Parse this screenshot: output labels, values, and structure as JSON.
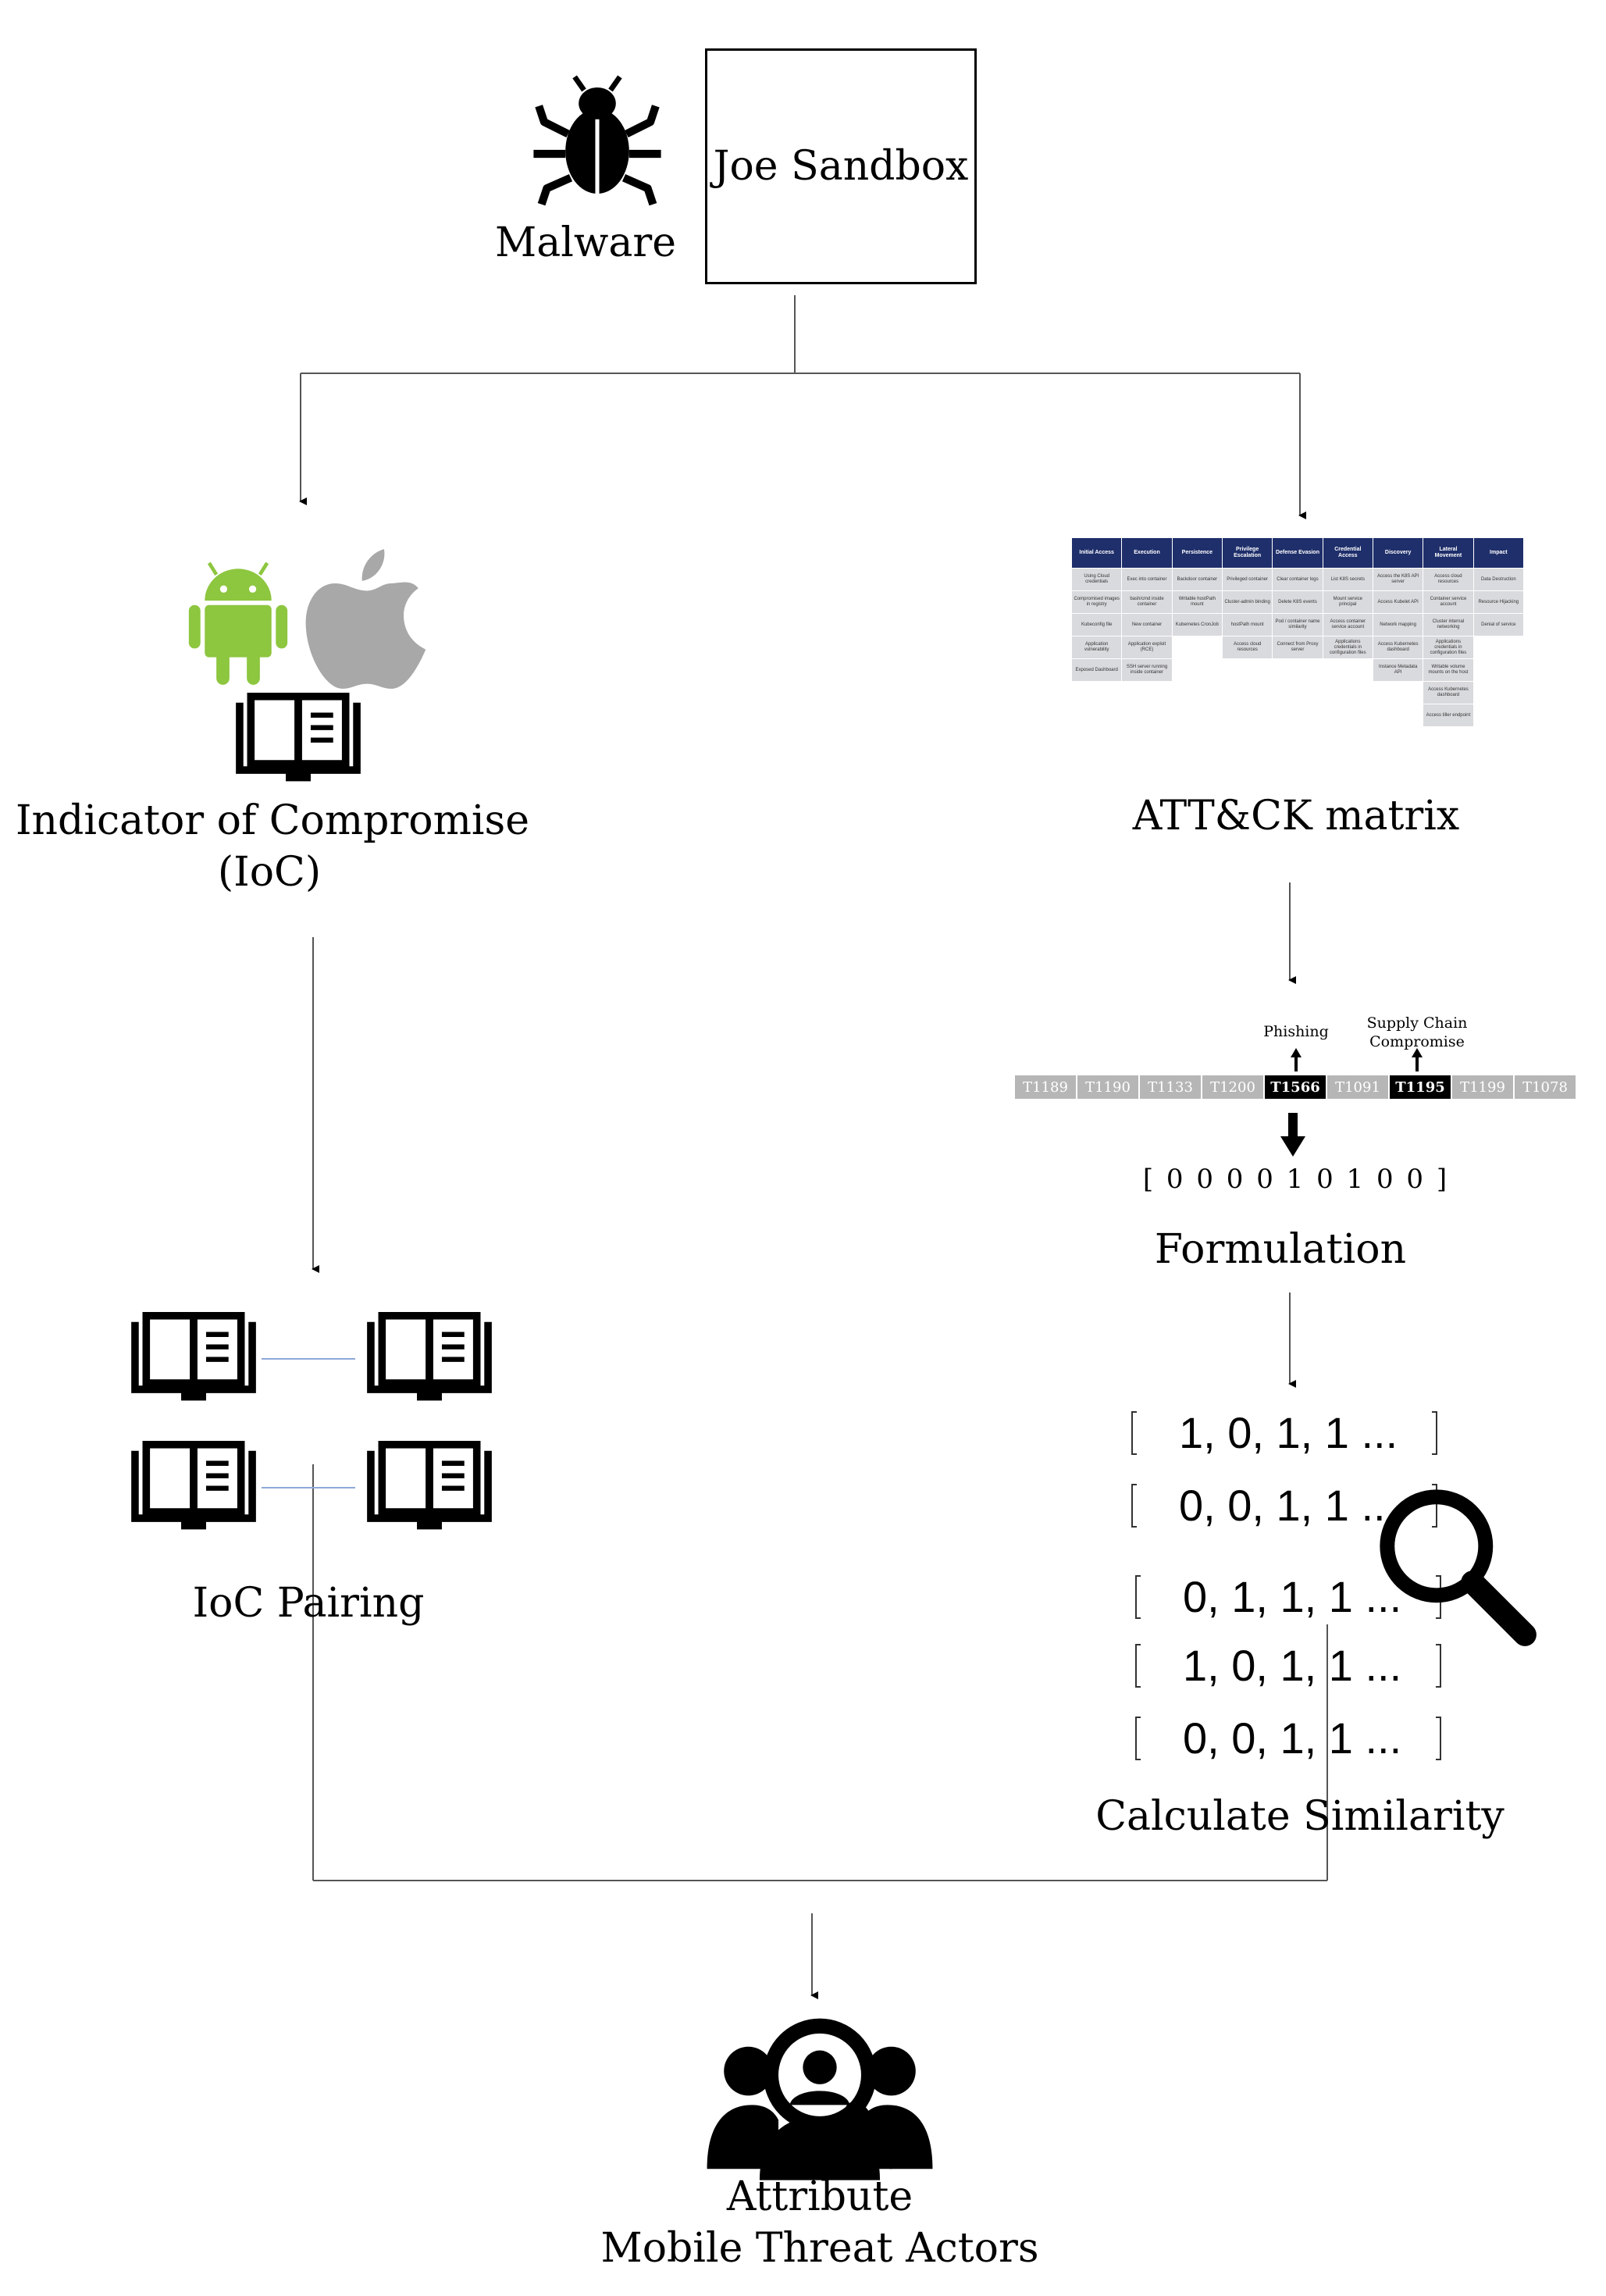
{
  "malware_label": "Malware",
  "sandbox_label": "Joe Sandbox",
  "ioc_label_line1": "Indicator of Compromise",
  "ioc_label_line2": "(IoC)",
  "attck_label": "ATT&CK matrix",
  "attck_matrix": {
    "headers": [
      "Initial Access",
      "Execution",
      "Persistence",
      "Privilege Escalation",
      "Defense Evasion",
      "Credential Access",
      "Discovery",
      "Lateral Movement",
      "Impact"
    ],
    "rows": [
      [
        "Using Cloud credentials",
        "Exec into container",
        "Backdoor container",
        "Privileged container",
        "Clear container logs",
        "List K8S secrets",
        "Access the K8S API server",
        "Access cloud resources",
        "Data Destruction"
      ],
      [
        "Compromised images in registry",
        "bash/cmd inside container",
        "Writable hostPath mount",
        "Cluster-admin binding",
        "Delete K8S events",
        "Mount service principal",
        "Access Kubelet API",
        "Container service account",
        "Resource Hijacking"
      ],
      [
        "Kubeconfig file",
        "New container",
        "Kubernetes CronJob",
        "hostPath mount",
        "Pod / container name similarity",
        "Access container service account",
        "Network mapping",
        "Cluster internal networking",
        "Denial of service"
      ],
      [
        "Application vulnerability",
        "Application exploit (RCE)",
        "",
        "Access cloud resources",
        "Connect from Proxy server",
        "Applications credentials in configuration files",
        "Access Kubernetes dashboard",
        "Applications credentials in configuration files",
        ""
      ],
      [
        "Exposed Dashboard",
        "SSH server running inside container",
        "",
        "",
        "",
        "",
        "Instance Metadata API",
        "Writable volume mounts on the host",
        ""
      ],
      [
        "",
        "",
        "",
        "",
        "",
        "",
        "",
        "Access Kubernetes dashboard",
        ""
      ],
      [
        "",
        "",
        "",
        "",
        "",
        "",
        "",
        "Access tiller endpoint",
        ""
      ]
    ]
  },
  "phishing_label": "Phishing",
  "supply_chain_line1": "Supply Chain",
  "supply_chain_line2": "Compromise",
  "technique_ids": [
    "T1189",
    "T1190",
    "T1133",
    "T1200",
    "T1566",
    "T1091",
    "T1195",
    "T1199",
    "T1078"
  ],
  "highlighted_ids": [
    "T1566",
    "T1195"
  ],
  "binary_vector": "[ 0 0 0 0 1 0 1 0 0 ]",
  "formulation_label": "Formulation",
  "vectors": [
    "1, 0, 1, 1 ...",
    "0, 0, 1, 1 ...",
    "0, 1, 1, 1 ...",
    "1, 0, 1, 1 ...",
    "0, 0, 1, 1 ..."
  ],
  "similarity_label": "Calculate Similarity",
  "ioc_pairing_label": "IoC Pairing",
  "attribute_line1": "Attribute",
  "attribute_line2": "Mobile Threat Actors",
  "icons": [
    "bug-icon",
    "android-icon",
    "apple-icon",
    "book-icon",
    "magnifier-icon",
    "threat-actor-icon"
  ],
  "colors": {
    "android_green": "#8dc63f",
    "apple_gray": "#a8a8a8",
    "matrix_header": "#1f2f6b",
    "pairing_line": "#8fa8d8",
    "strip_gray": "#b6b6b6"
  }
}
